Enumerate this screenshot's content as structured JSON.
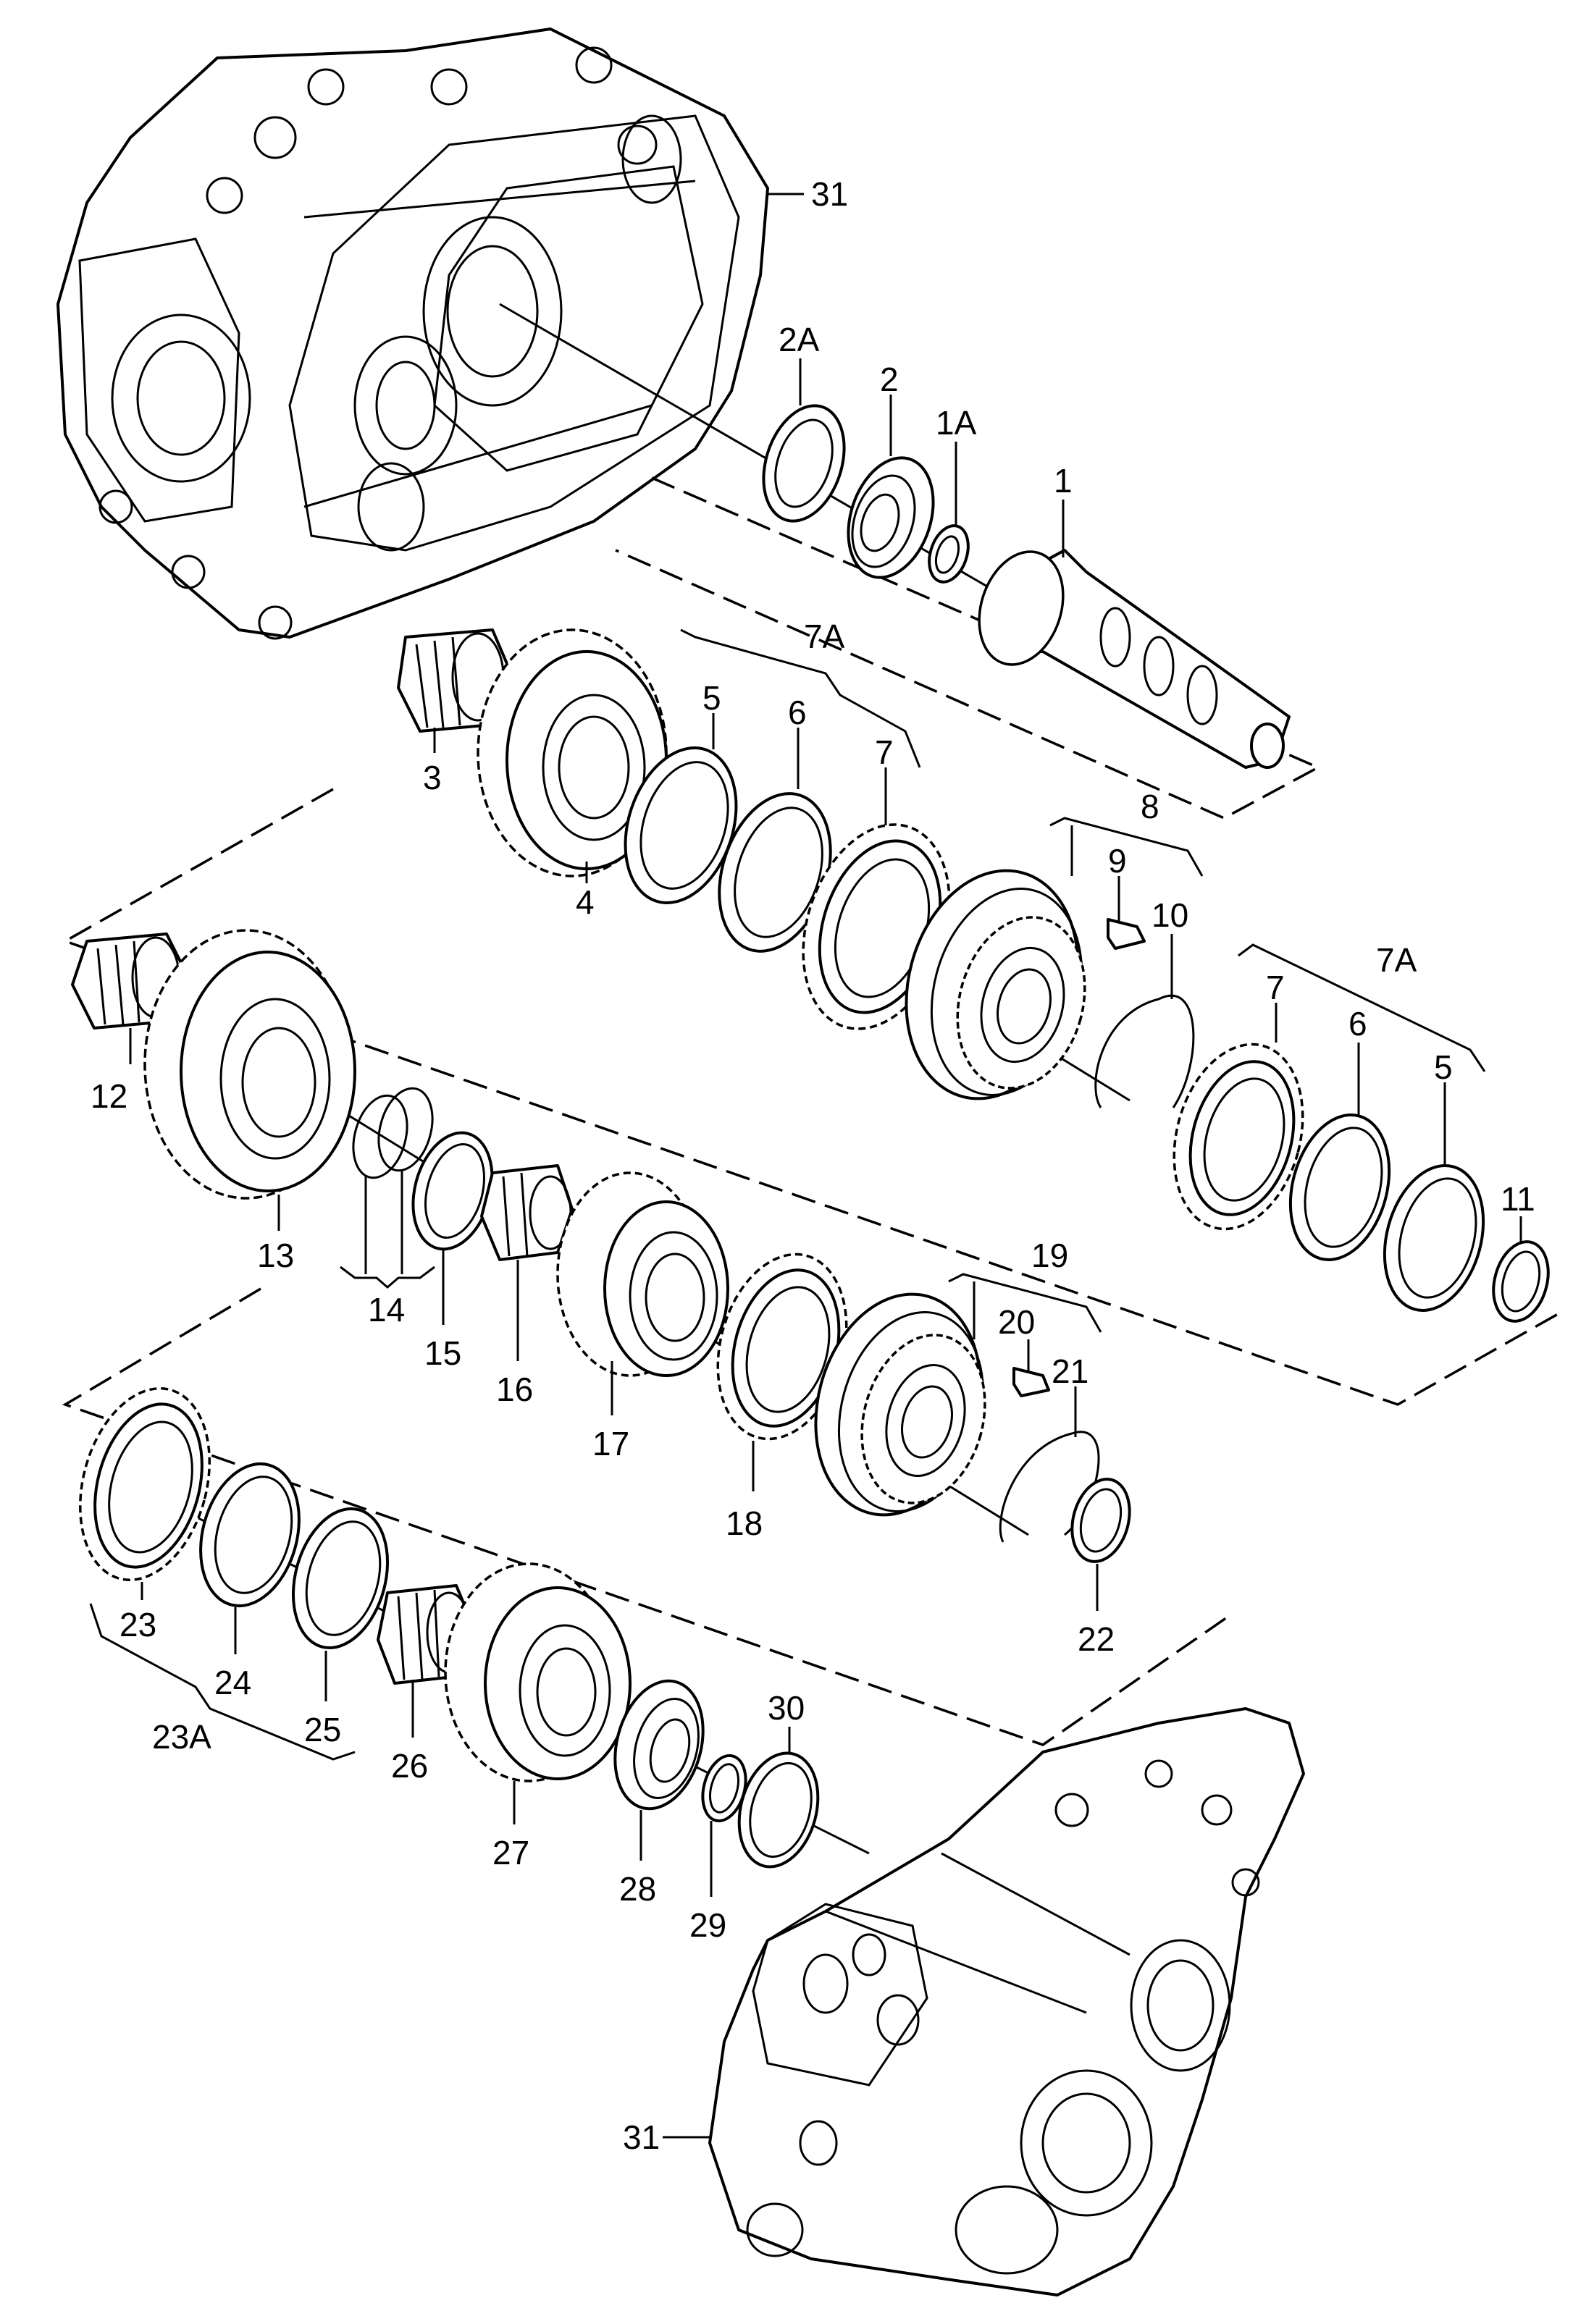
{
  "callouts": [
    {
      "id": "c-31-top",
      "label": "31"
    },
    {
      "id": "c-2A",
      "label": "2A"
    },
    {
      "id": "c-2",
      "label": "2"
    },
    {
      "id": "c-1A",
      "label": "1A"
    },
    {
      "id": "c-1",
      "label": "1"
    },
    {
      "id": "c-7A-top",
      "label": "7A"
    },
    {
      "id": "c-5-top",
      "label": "5"
    },
    {
      "id": "c-6-top",
      "label": "6"
    },
    {
      "id": "c-7-top",
      "label": "7"
    },
    {
      "id": "c-3",
      "label": "3"
    },
    {
      "id": "c-4",
      "label": "4"
    },
    {
      "id": "c-8",
      "label": "8"
    },
    {
      "id": "c-9",
      "label": "9"
    },
    {
      "id": "c-10",
      "label": "10"
    },
    {
      "id": "c-7A-mid",
      "label": "7A"
    },
    {
      "id": "c-7-mid",
      "label": "7"
    },
    {
      "id": "c-6-mid",
      "label": "6"
    },
    {
      "id": "c-5-mid",
      "label": "5"
    },
    {
      "id": "c-11",
      "label": "11"
    },
    {
      "id": "c-12",
      "label": "12"
    },
    {
      "id": "c-13",
      "label": "13"
    },
    {
      "id": "c-14",
      "label": "14"
    },
    {
      "id": "c-15",
      "label": "15"
    },
    {
      "id": "c-16",
      "label": "16"
    },
    {
      "id": "c-17",
      "label": "17"
    },
    {
      "id": "c-18",
      "label": "18"
    },
    {
      "id": "c-19",
      "label": "19"
    },
    {
      "id": "c-20",
      "label": "20"
    },
    {
      "id": "c-21",
      "label": "21"
    },
    {
      "id": "c-22",
      "label": "22"
    },
    {
      "id": "c-23",
      "label": "23"
    },
    {
      "id": "c-24",
      "label": "24"
    },
    {
      "id": "c-25",
      "label": "25"
    },
    {
      "id": "c-23A",
      "label": "23A"
    },
    {
      "id": "c-26",
      "label": "26"
    },
    {
      "id": "c-27",
      "label": "27"
    },
    {
      "id": "c-28",
      "label": "28"
    },
    {
      "id": "c-29",
      "label": "29"
    },
    {
      "id": "c-30",
      "label": "30"
    },
    {
      "id": "c-31-bottom",
      "label": "31"
    }
  ]
}
